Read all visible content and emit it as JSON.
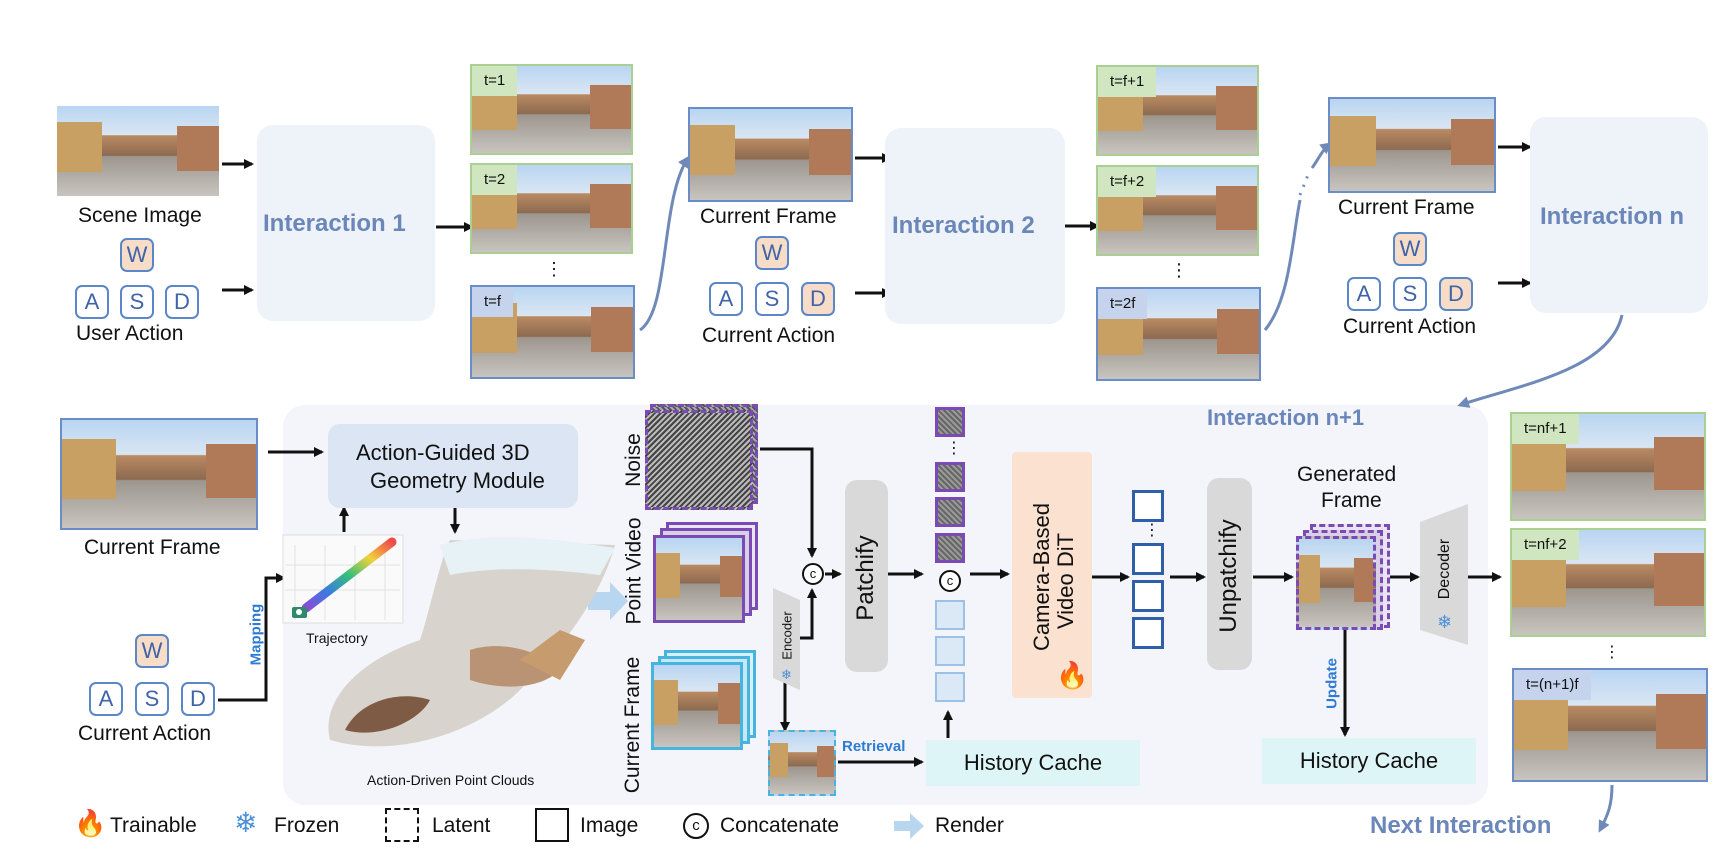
{
  "top": {
    "scene_label": "Scene Image",
    "user_action_label": "User Action",
    "interaction1": "Interaction 1",
    "interaction2": "Interaction 2",
    "interactionn": "Interaction n",
    "current_frame_label": "Current Frame",
    "current_action_label": "Current Action",
    "dots": "⋮",
    "tags1": [
      "t=1",
      "t=2",
      "t=f"
    ],
    "tags2": [
      "t=f+1",
      "t=f+2",
      "t=2f"
    ]
  },
  "keys": {
    "w": "W",
    "a": "A",
    "s": "S",
    "d": "D"
  },
  "bottom": {
    "region_title": "Interaction n+1",
    "current_frame_label": "Current Frame",
    "current_action_label": "Current Action",
    "geometry_module": [
      "Action-Guided 3D",
      "Geometry Module"
    ],
    "mapping": "Mapping",
    "trajectory": "Trajectory",
    "point_clouds": "Action-Driven Point Clouds",
    "noise": "Noise",
    "point_video": "Point Video",
    "current_frame_v": "Current Frame",
    "encoder": "Encoder",
    "patchify": "Patchify",
    "dit": [
      "Camera-Based",
      "Video DiT"
    ],
    "unpatchify": "Unpatchify",
    "generated_frame": [
      "Generated",
      "Frame"
    ],
    "decoder": "Decoder",
    "retrieval": "Retrieval",
    "update": "Update",
    "history_cache": "History Cache",
    "concat_symbol": "c",
    "out_tags": [
      "t=nf+1",
      "t=nf+2",
      "t=(n+1)f"
    ],
    "next_interaction": "Next Interaction"
  },
  "legend": {
    "trainable": "Trainable",
    "frozen": "Frozen",
    "latent": "Latent",
    "image": "Image",
    "concatenate": "Concatenate",
    "render": "Render"
  },
  "colors": {
    "interaction_text": "#6b86b8",
    "interaction_box": "#eef2f9",
    "module_blue": "#dbe5f3",
    "dit_orange": "#fbe1cf",
    "gray_block": "#d9d9d9",
    "history_cache": "#def5f7",
    "latent_purple": "#7b4bb5",
    "token_blue": "#2f5fa8"
  },
  "icons": [
    "fire-icon",
    "snowflake-icon",
    "camera-icon"
  ]
}
